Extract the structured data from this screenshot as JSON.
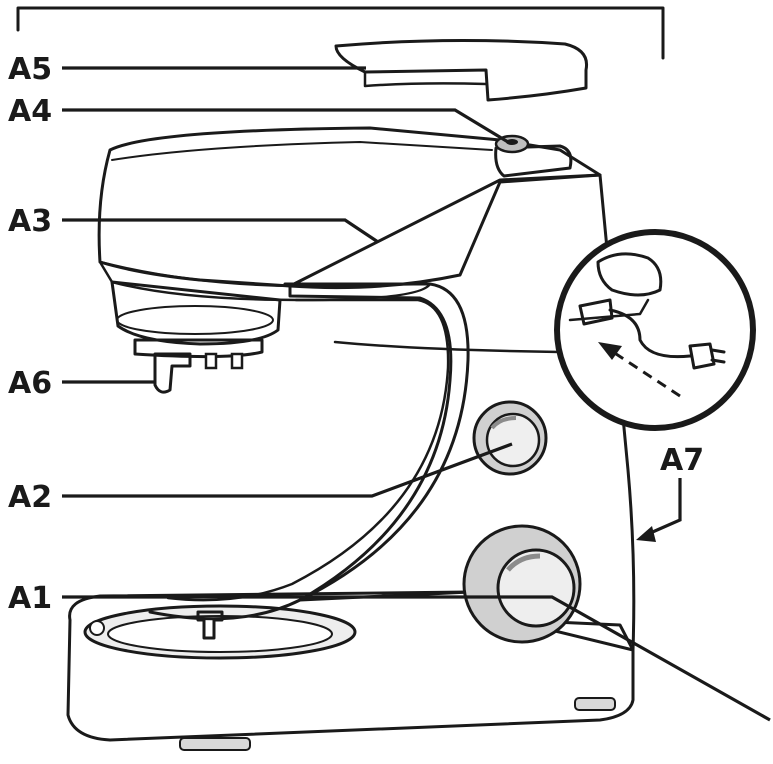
{
  "figure": {
    "labels": [
      {
        "id": "A5",
        "text": "A5"
      },
      {
        "id": "A4",
        "text": "A4"
      },
      {
        "id": "A3",
        "text": "A3"
      },
      {
        "id": "A6",
        "text": "A6"
      },
      {
        "id": "A2",
        "text": "A2"
      },
      {
        "id": "A7",
        "text": "A7"
      },
      {
        "id": "A1",
        "text": "A1"
      }
    ],
    "colors": {
      "ink": "#1a1a1a",
      "body_fill": "#ffffff",
      "shade": "#d9d9d9",
      "metal": "#bfbfbf"
    }
  }
}
